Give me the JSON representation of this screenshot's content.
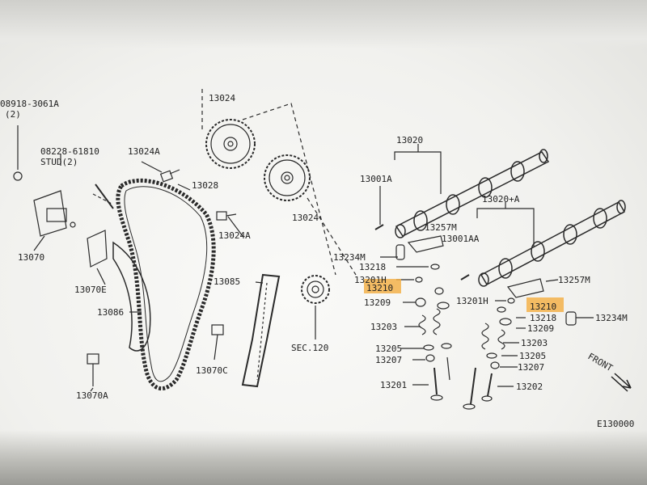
{
  "labels": {
    "p08918": "08918-3061A",
    "p08918_qty": "(2)",
    "p08228": "08228-61810",
    "stud": "STUD(2)",
    "p13024_top": "13024",
    "p13024_mid": "13024",
    "p13024A_top": "13024A",
    "p13024A_mid": "13024A",
    "p13028": "13028",
    "p13070": "13070",
    "p13070E": "13070E",
    "p13086": "13086",
    "p13085": "13085",
    "p13070C": "13070C",
    "p13070A": "13070A",
    "sec120": "SEC.120",
    "p13020": "13020",
    "p13020A": "13020+A",
    "p13001A": "13001A",
    "p13001AA": "13001AA",
    "p13257M_l": "13257M",
    "p13257M_r": "13257M",
    "p13234M_l": "13234M",
    "p13234M_r": "13234M",
    "p13218_l": "13218",
    "p13218_r": "13218",
    "p13201H_l": "13201H",
    "p13201H_r": "13201H",
    "p13210_l": "13210",
    "p13210_r": "13210",
    "p13209_l": "13209",
    "p13209_r": "13209",
    "p13203_l": "13203",
    "p13203_r": "13203",
    "p13205_l": "13205",
    "p13205_r": "13205",
    "p13207_l": "13207",
    "p13207_r": "13207",
    "p13201": "13201",
    "p13202": "13202",
    "front": "FRONT",
    "ref": "E130000"
  },
  "colors": {
    "highlight": "#f3b24a",
    "line": "#2a2a2a",
    "screen": "#f4f4f1"
  }
}
